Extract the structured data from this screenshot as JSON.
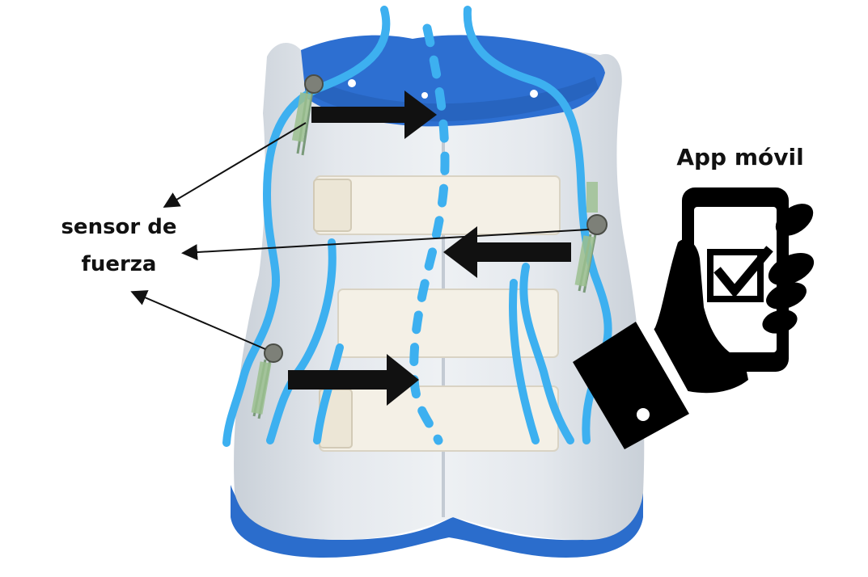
{
  "labels": {
    "sensor_line1": "sensor de",
    "sensor_line2": "fuerza",
    "app": "App móvil"
  },
  "icons": {
    "sensor": "force-sensor-icon",
    "phone": "hand-holding-phone-icon",
    "checkbox": "checkbox-check-icon"
  },
  "colors": {
    "brace_blue": "#2f6fd0",
    "brace_body": "#dfe4ea",
    "strap": "#f3efe6",
    "spine_line": "#3db0f0",
    "arrow": "#111111"
  }
}
